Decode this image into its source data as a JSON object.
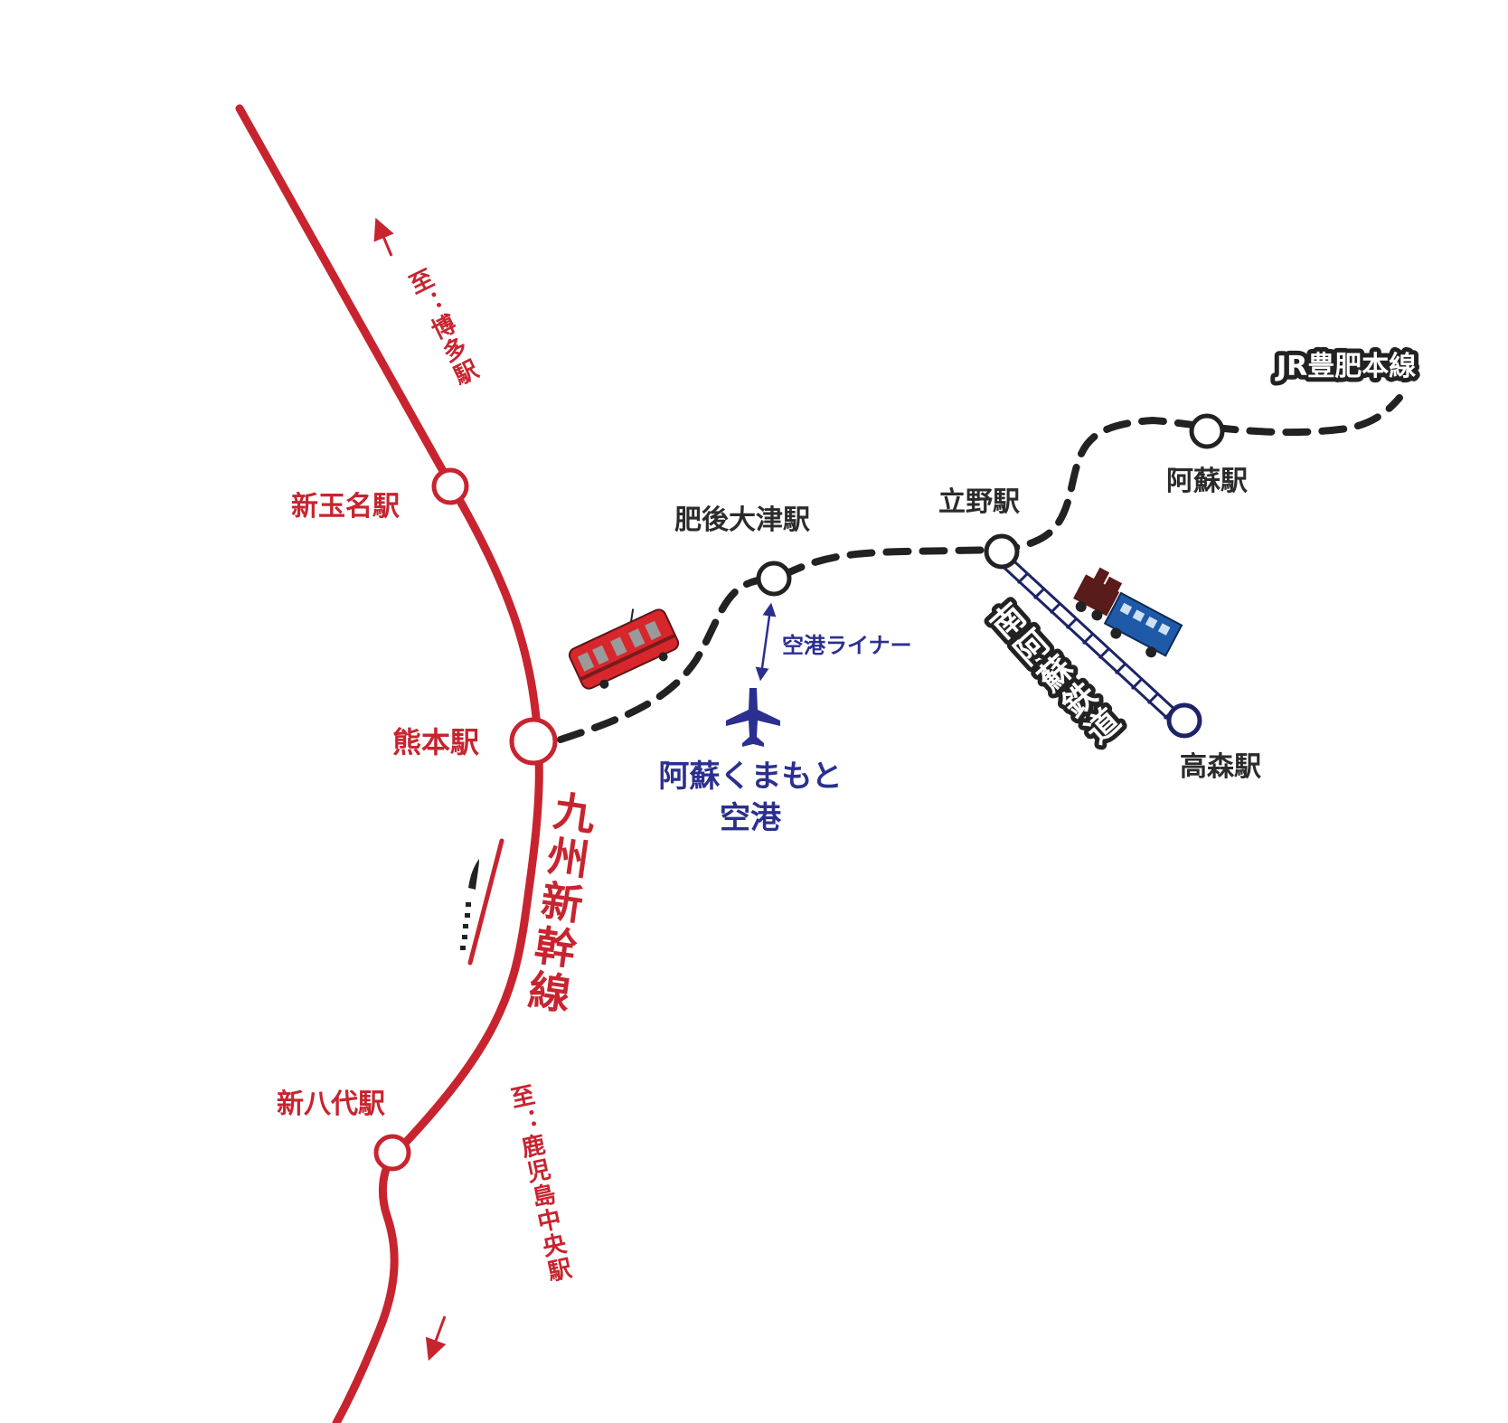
{
  "lines": {
    "shinkansen": {
      "name": "九州新幹線",
      "color": "#c8242f",
      "to_north": "至：博多駅",
      "to_south": "至：鹿児島中央駅"
    },
    "hohi": {
      "name": "JR豊肥本線",
      "color": "#222222"
    },
    "minamiaso": {
      "name": "南阿蘇鉄道",
      "color": "#1c2366"
    }
  },
  "stations": {
    "shintamana": "新玉名駅",
    "kumamoto": "熊本駅",
    "shinyatsushiro": "新八代駅",
    "higoozu": "肥後大津駅",
    "tateno": "立野駅",
    "aso": "阿蘇駅",
    "takamori": "高森駅"
  },
  "airport": {
    "name_line1": "阿蘇くまもと",
    "name_line2": "空港",
    "liner": "空港ライナー",
    "color": "#2b2f8f"
  },
  "icons": [
    "plane-icon",
    "red-train-icon",
    "steam-train-icon",
    "shinkansen-icon"
  ]
}
